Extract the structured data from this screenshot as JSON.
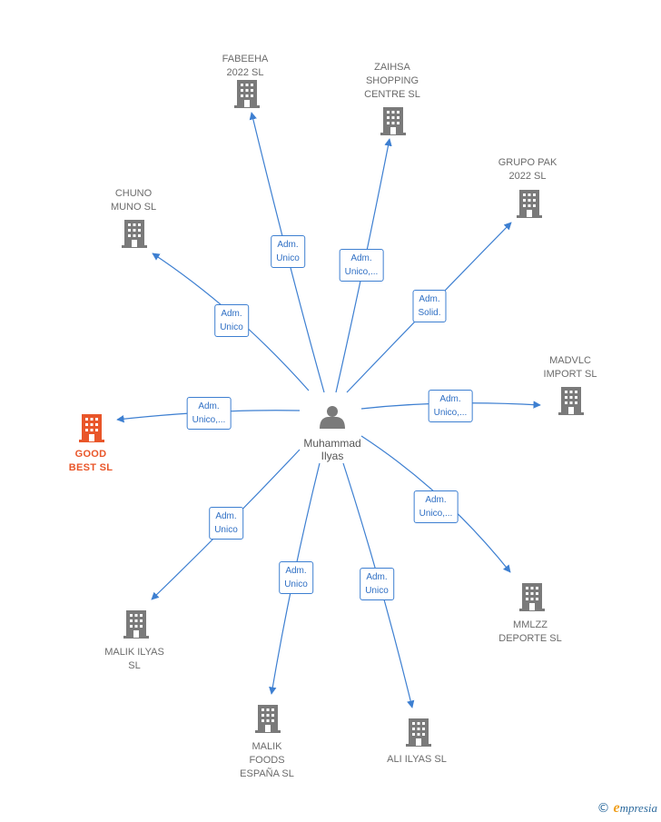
{
  "center": {
    "label": "Muhammad\nIlyas"
  },
  "nodes": [
    {
      "id": "fabeeha",
      "label": "FABEEHA\n2022  SL",
      "highlight": false
    },
    {
      "id": "zaihsa",
      "label": "ZAIHSA\nSHOPPING\nCENTRE  SL",
      "highlight": false
    },
    {
      "id": "grupopak",
      "label": "GRUPO PAK\n2022  SL",
      "highlight": false
    },
    {
      "id": "chuno",
      "label": "CHUNO\nMUNO  SL",
      "highlight": false
    },
    {
      "id": "madvlc",
      "label": "MADVLC\nIMPORT  SL",
      "highlight": false
    },
    {
      "id": "goodbest",
      "label": "GOOD\nBEST  SL",
      "highlight": true
    },
    {
      "id": "mmlzz",
      "label": "MMLZZ\nDEPORTE  SL",
      "highlight": false
    },
    {
      "id": "malikilyas",
      "label": "MALIK ILYAS\nSL",
      "highlight": false
    },
    {
      "id": "malikfoods",
      "label": "MALIK\nFOODS\nESPAÑA  SL",
      "highlight": false
    },
    {
      "id": "aliilyas",
      "label": "ALI ILYAS  SL",
      "highlight": false
    }
  ],
  "edges": [
    {
      "target": "fabeeha",
      "label": "Adm.\nUnico"
    },
    {
      "target": "zaihsa",
      "label": "Adm.\nUnico,..."
    },
    {
      "target": "grupopak",
      "label": "Adm.\nSolid."
    },
    {
      "target": "chuno",
      "label": "Adm.\nUnico"
    },
    {
      "target": "madvlc",
      "label": "Adm.\nUnico,..."
    },
    {
      "target": "goodbest",
      "label": "Adm.\nUnico,..."
    },
    {
      "target": "mmlzz",
      "label": "Adm.\nUnico,..."
    },
    {
      "target": "malikilyas",
      "label": "Adm.\nUnico"
    },
    {
      "target": "malikfoods",
      "label": "Adm.\nUnico"
    },
    {
      "target": "aliilyas",
      "label": "Adm.\nUnico"
    }
  ],
  "colors": {
    "edge": "#3d7fd1",
    "building": "#7a7a7a",
    "highlight": "#e9562a",
    "person": "#7a7a7a"
  },
  "icons": {
    "company": "building-icon",
    "person": "person-icon",
    "copyright": "copyright-icon"
  },
  "brand": {
    "copyright": "©",
    "name_initial": "e",
    "name_rest": "mpresia"
  }
}
